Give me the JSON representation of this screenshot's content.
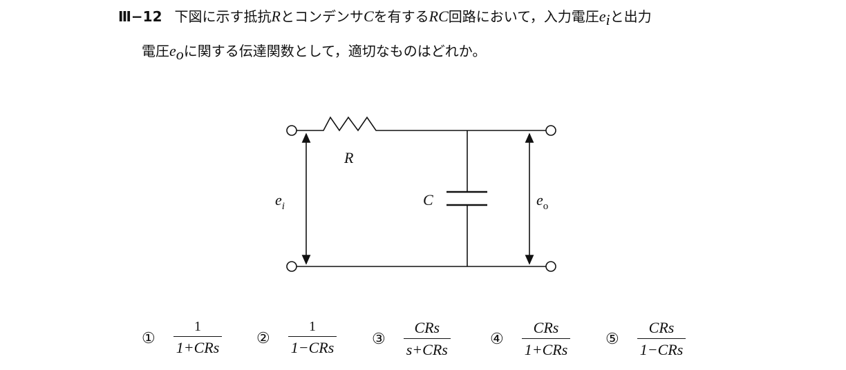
{
  "question": {
    "number": "Ⅲ−12",
    "l1a": "下図に示す抵抗",
    "R": "R",
    "l1b": "とコンデンサ",
    "C": "C",
    "l1c": "を有する",
    "RC": "RC",
    "l1d": "回路において，入力電圧",
    "e": "e",
    "i": "i",
    "l1e": "と出力",
    "l2a": "電圧",
    "o": "o",
    "l2b": "に関する伝達関数として，適切なものはどれか。"
  },
  "circuit": {
    "R_label": "R",
    "C_label": "C",
    "ei_base": "e",
    "ei_sub": "i",
    "eo_base": "e",
    "eo_sub": "o"
  },
  "options": [
    {
      "mark": "①",
      "num": "1",
      "den": "1+CRs"
    },
    {
      "mark": "②",
      "num": "1",
      "den": "1−CRs"
    },
    {
      "mark": "③",
      "num": "CRs",
      "den": "s+CRs"
    },
    {
      "mark": "④",
      "num": "CRs",
      "den": "1+CRs"
    },
    {
      "mark": "⑤",
      "num": "CRs",
      "den": "1−CRs"
    }
  ]
}
